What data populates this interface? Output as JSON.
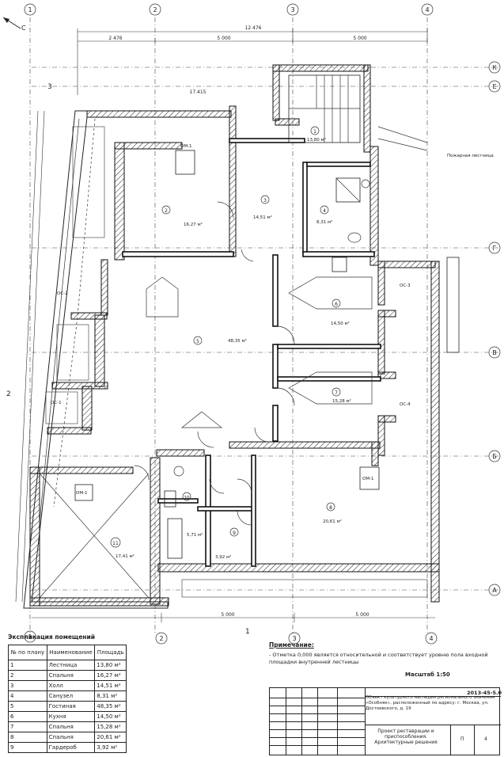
{
  "axes": {
    "vertical": [
      "1",
      "2",
      "3",
      "4"
    ],
    "horizontal": [
      "К",
      "Е",
      "Г",
      "В",
      "Б",
      "А"
    ],
    "section_marks": [
      "1",
      "2",
      "3"
    ]
  },
  "top_dimensions": {
    "overall": "12 476",
    "spans": [
      "2 476",
      "5 000",
      "5 000"
    ],
    "level": "17.415"
  },
  "rooms": [
    {
      "num": "1",
      "area": "13,80 м²"
    },
    {
      "num": "2",
      "area": "16,27 м²"
    },
    {
      "num": "3",
      "area": "14,51 м²"
    },
    {
      "num": "4",
      "area": "8,31 м²"
    },
    {
      "num": "5",
      "area": "48,35 м²"
    },
    {
      "num": "6",
      "area": "14,50 м²"
    },
    {
      "num": "7",
      "area": "15,28 м²"
    },
    {
      "num": "8",
      "area": "20,61 м²"
    },
    {
      "num": "9",
      "area": "3,92 м²"
    },
    {
      "num": "10",
      "area": "5,71 м²"
    },
    {
      "num": "11",
      "area": "17,41 м²"
    }
  ],
  "tags": [
    "ОМ-1",
    "ОС-2",
    "ОС-1",
    "ОС-3",
    "ОС-4",
    "ОМ-1",
    "ОМ-1"
  ],
  "side_label": "Пожарная лестница",
  "bottom_dimensions": [
    "5 000",
    "5 000"
  ],
  "explication": {
    "caption": "Экспликация помещений",
    "headers": [
      "№ по плану",
      "Наименование",
      "Площадь"
    ],
    "rows": [
      [
        "1",
        "Лестница",
        "13,80 м²"
      ],
      [
        "2",
        "Спальня",
        "16,27 м²"
      ],
      [
        "3",
        "Холл",
        "14,51 м²"
      ],
      [
        "4",
        "Санузел",
        "8,31 м²"
      ],
      [
        "5",
        "Гостиная",
        "48,35 м²"
      ],
      [
        "6",
        "Кухня",
        "14,50 м²"
      ],
      [
        "7",
        "Спальня",
        "15,28 м²"
      ],
      [
        "8",
        "Спальня",
        "20,61 м²"
      ],
      [
        "9",
        "Гардероб",
        "3,92 м²"
      ]
    ]
  },
  "notes": {
    "title": "Примечание:",
    "text": "- Отметка 0,000 является относительной и соответствует уровню пола входной площадки внутренней лестницы"
  },
  "scale": "Масштаб 1:50",
  "stamp": {
    "code": "2013-45-5.0",
    "description": "Объект культурного наследия регионального значения «Особняк», расположенный по адресу: г. Москва, ул. Достоевского, д. 19",
    "title": "Проект реставрации и приспособления. Архитектурные решения",
    "stage": "П",
    "sheet": "4"
  }
}
